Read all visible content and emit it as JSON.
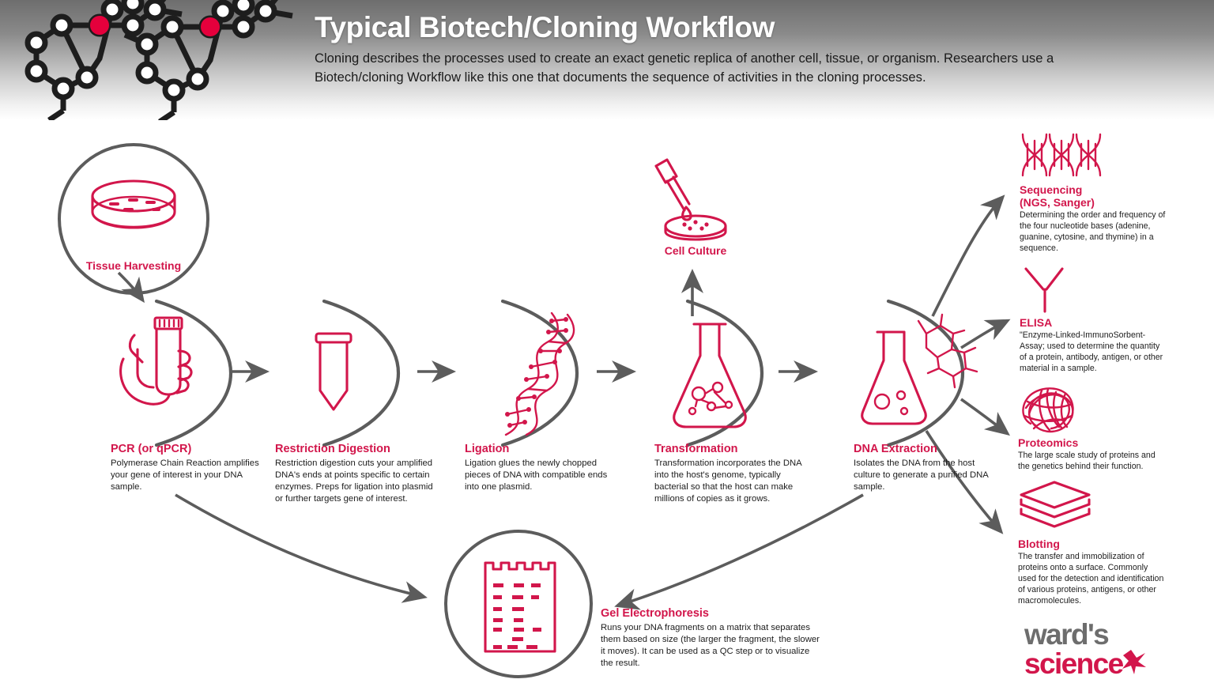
{
  "header": {
    "title": "Typical Biotech/Cloning Workflow",
    "subtitle": "Cloning describes the processes used to create an exact genetic replica of another cell, tissue, or organism. Researchers use a Biotech/cloning Workflow like this one that documents the sequence of activities in the cloning processes.",
    "accent_color": "#d2164b",
    "gray_color": "#5c5c5c"
  },
  "circles": {
    "tissue_harvesting": {
      "label": "Tissue Harvesting",
      "icon": "petri-dish-icon"
    },
    "cell_culture": {
      "label": "Cell Culture",
      "icon": "pipette-petri-dish-icon"
    },
    "gel": {
      "title": "Gel Electrophoresis",
      "desc": "Runs your DNA fragments on a matrix that separates them based on size (the larger the fragment, the slower it moves). It can be used as a QC step or to visualize the result.",
      "icon": "gel-plate-icon"
    }
  },
  "steps": [
    {
      "title": "PCR (or qPCR)",
      "desc": "Polymerase Chain Reaction amplifies your gene of interest in your DNA sample.",
      "icon": "hand-holding-tube-icon"
    },
    {
      "title": "Restriction Digestion",
      "desc": "Restriction digestion cuts your amplified DNA's ends at points specific to certain enzymes. Preps for ligation into plasmid or further targets gene of interest.",
      "icon": "microcentrifuge-tube-icon"
    },
    {
      "title": "Ligation",
      "desc": "Ligation glues the newly chopped pieces of DNA with compatible ends into one plasmid.",
      "icon": "dna-strand-icon"
    },
    {
      "title": "Transformation",
      "desc": "Transformation incorporates the DNA into the host's genome, typically bacterial so that the host can make millions of copies as it grows.",
      "icon": "flask-bacteria-icon"
    },
    {
      "title": "DNA Extraction",
      "desc": "Isolates the DNA from the host culture to generate a purified DNA sample.",
      "icon": "flask-molecule-icon"
    }
  ],
  "branches": [
    {
      "title": "Sequencing\n(NGS, Sanger)",
      "title_line1": "Sequencing",
      "title_line2": "(NGS, Sanger)",
      "desc": "Determining the order and frequency of the four nucleotide bases (adenine, guanine, cytosine, and thymine) in a sequence.",
      "icon": "dna-helix-icon"
    },
    {
      "title": "ELISA",
      "desc": "\"Enzyme-Linked-ImmunoSorbent-Assay; used to determine the quantity of a protein, antibody, antigen, or other material in a sample.",
      "icon": "antibody-icon"
    },
    {
      "title": "Proteomics",
      "desc": "The large scale study of proteins and the genetics behind their function.",
      "icon": "protein-tangle-icon"
    },
    {
      "title": "Blotting",
      "desc": "The transfer and immobilization of proteins onto a surface. Commonly used for the detection and identification of various proteins, antigens, or other macromolecules.",
      "icon": "stacked-membranes-icon"
    }
  ],
  "logo": {
    "word1": "ward's",
    "word2": "science",
    "mark": "plus-star-icon"
  }
}
